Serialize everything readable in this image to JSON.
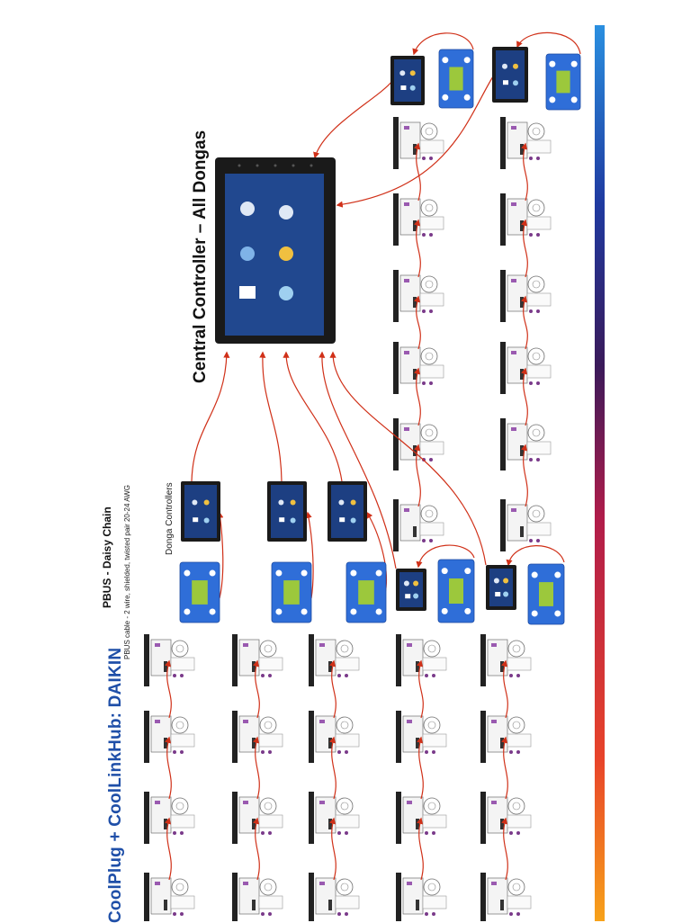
{
  "title": "CoolPlug + CoolLinkHub: DAIKIN",
  "pbus": {
    "heading": "PBUS - Daisy Chain",
    "spec": "PBUS cable - 2 wire, shielded, twisted pair 20-24 AWG"
  },
  "donga_label": "Donga Controllers",
  "central_label": "Central Controller – All Dongas",
  "colors": {
    "title": "#1f4fa8",
    "wire": "#d03018",
    "screen": "#1d3f82",
    "panel_blue": "#2f6ed8",
    "lcd": "#9cc83c",
    "unit_outline": "#6e6e6e"
  },
  "icons": [
    "air-handler-unit-icon",
    "thermostat-icon",
    "donga-controller-icon",
    "central-controller-icon",
    "gradient-bar-icon"
  ]
}
